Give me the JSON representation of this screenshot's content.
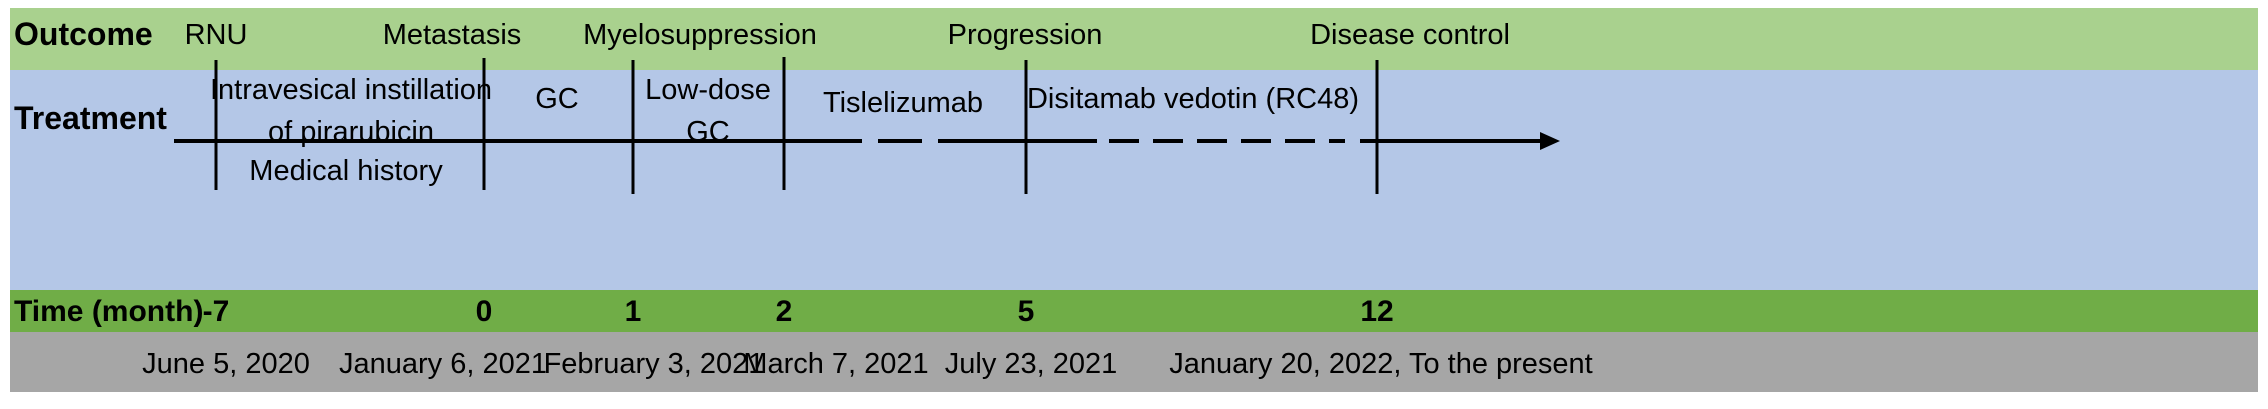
{
  "rows": {
    "outcome_label": "Outcome",
    "treatment_label": "Treatment",
    "time_label": "Time (month)"
  },
  "outcomes": [
    "RNU",
    "Metastasis",
    "Myelosuppression",
    "Progression",
    "Disease control"
  ],
  "treatments": [
    "Intravesical instillation\nof pirarubicin",
    "Medical history",
    "GC",
    "Low-dose\nGC",
    "Tislelizumab",
    "Disitamab vedotin (RC48)"
  ],
  "time_marks": [
    "-7",
    "0",
    "1",
    "2",
    "5",
    "12"
  ],
  "dates": [
    "June 5, 2020",
    "January 6, 2021",
    "February 3, 2021",
    "March 7, 2021",
    "July 23, 2021",
    "January 20, 2022, To the present"
  ],
  "colors": {
    "outcome_band": "#a9d18e",
    "treatment_band": "#b4c7e7",
    "time_band": "#70ad47",
    "date_band": "#a6a6a6"
  }
}
